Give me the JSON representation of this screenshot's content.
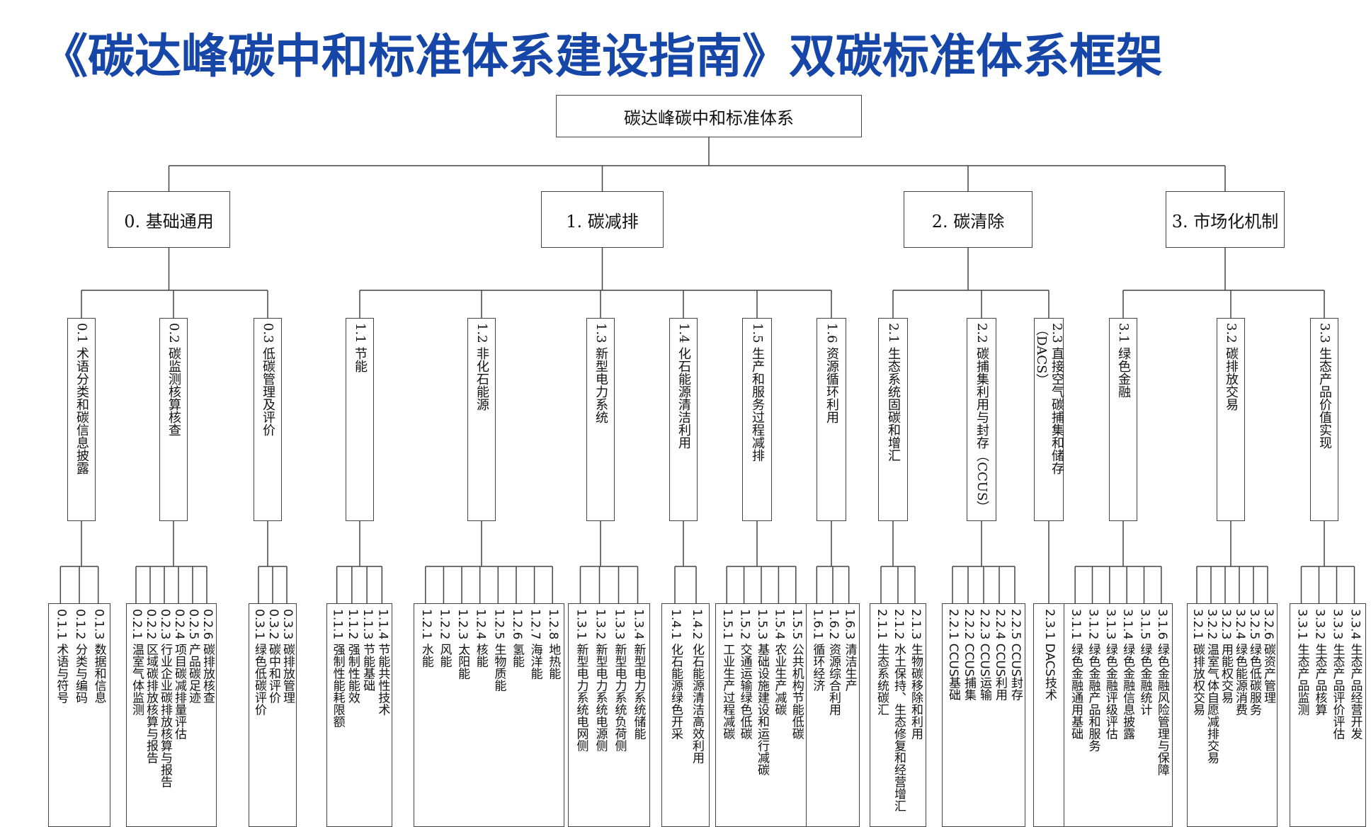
{
  "title": "《碳达峰碳中和标准体系建设指南》双碳标准体系框架",
  "root": "碳达峰碳中和标准体系",
  "categories": [
    {
      "label": "0. 基础通用",
      "subs": [
        {
          "label": "0.1 术语分类和碳信息披露",
          "leaves": [
            "0.1.1 术语与符号",
            "0.1.2 分类与编码",
            "0.1.3 数据和信息"
          ]
        },
        {
          "label": "0.2 碳监测核算核查",
          "leaves": [
            "0.2.1 温室气体监测",
            "0.2.2 区域碳排放核算与报告",
            "0.2.3 行业企业碳排放核算与报告",
            "0.2.4 项目碳减排量评估",
            "0.2.5 产品碳足迹",
            "0.2.6 碳排放核查"
          ]
        },
        {
          "label": "0.3 低碳管理及评价",
          "leaves": [
            "0.3.1 绿色低碳评价",
            "0.3.2 碳中和评价",
            "0.3.3 碳排放管理"
          ]
        }
      ]
    },
    {
      "label": "1. 碳减排",
      "subs": [
        {
          "label": "1.1 节能",
          "leaves": [
            "1.1.1 强制性能耗限额",
            "1.1.2 强制性能效",
            "1.1.3 节能基础",
            "1.1.4 节能共性技术"
          ]
        },
        {
          "label": "1.2 非化石能源",
          "leaves": [
            "1.2.1 水能",
            "1.2.2 风能",
            "1.2.3 太阳能",
            "1.2.4 核能",
            "1.2.5 生物质能",
            "1.2.6 氢能",
            "1.2.7 海洋能",
            "1.2.8 地热能"
          ]
        },
        {
          "label": "1.3 新型电力系统",
          "leaves": [
            "1.3.1 新型电力系统电网侧",
            "1.3.2 新型电力系统电源侧",
            "1.3.3 新型电力系统负荷侧",
            "1.3.4 新型电力系统储能"
          ]
        },
        {
          "label": "1.4 化石能源清洁利用",
          "leaves": [
            "1.4.1 化石能源绿色开采",
            "1.4.2 化石能源清洁高效利用"
          ]
        },
        {
          "label": "1.5 生产和服务过程减排",
          "leaves": [
            "1.5.1 工业生产过程减碳",
            "1.5.2 交通运输绿色低碳",
            "1.5.3 基础设施建设和运行减碳",
            "1.5.4 农业生产减碳",
            "1.5.5 公共机构节能低碳"
          ]
        },
        {
          "label": "1.6 资源循环利用",
          "leaves": [
            "1.6.1 循环经济",
            "1.6.2 资源综合利用",
            "1.6.3 清洁生产"
          ]
        }
      ]
    },
    {
      "label": "2. 碳清除",
      "subs": [
        {
          "label": "2.1 生态系统固碳和增汇",
          "leaves": [
            "2.1.1 生态系统碳汇",
            "2.1.2 水土保持、生态修复和经营增汇",
            "2.1.3 生物碳移除和利用"
          ]
        },
        {
          "label": "2.2 碳捕集利用与封存（CCUS）",
          "leaves": [
            "2.2.1 CCUS基础",
            "2.2.2 CCUS捕集",
            "2.2.3 CCUS运输",
            "2.2.4 CCUS利用",
            "2.2.5 CCUS封存"
          ]
        },
        {
          "label": "2.3 直接空气碳捕集和储存（DACS）",
          "leaves": [
            "2.3.1 DACS技术"
          ]
        }
      ]
    },
    {
      "label": "3. 市场化机制",
      "subs": [
        {
          "label": "3.1 绿色金融",
          "leaves": [
            "3.1.1 绿色金融通用基础",
            "3.1.2 绿色金融产品和服务",
            "3.1.3 绿色金融评级评估",
            "3.1.4 绿色金融信息披露",
            "3.1.5 绿色金融统计",
            "3.1.6 绿色金融风险管理与保障"
          ]
        },
        {
          "label": "3.2 碳排放交易",
          "leaves": [
            "3.2.1 碳排放权交易",
            "3.2.2 温室气体自愿减排交易",
            "3.2.3 用能权交易",
            "3.2.4 绿色能源消费",
            "3.2.5 绿色低碳服务",
            "3.2.6 碳资产管理"
          ]
        },
        {
          "label": "3.3 生态产品价值实现",
          "leaves": [
            "3.3.1 生态产品监测",
            "3.3.2 生态产品核算",
            "3.3.3 生态产品评价评估",
            "3.3.4 生态产品经营开发"
          ]
        }
      ]
    }
  ]
}
